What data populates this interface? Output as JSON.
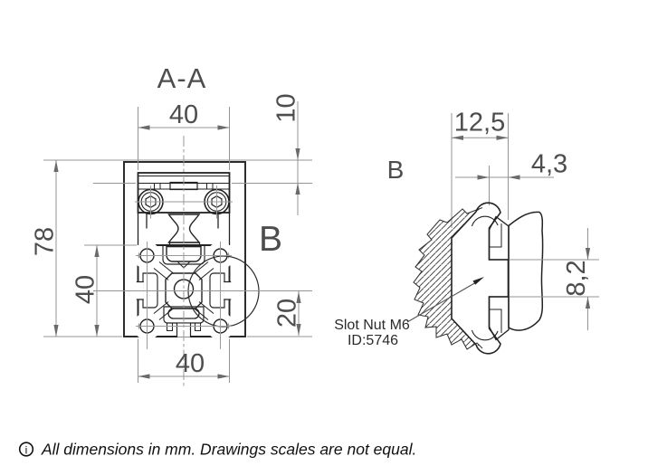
{
  "colors": {
    "part_line": "#222222",
    "dim_line": "#949494",
    "dim_text": "#4d4d4d",
    "note_text": "#111111",
    "background": "#ffffff"
  },
  "section_view": {
    "title": "A-A",
    "detail_label": "B",
    "dim_top_width": "40",
    "dim_top_offset": "10",
    "dim_total_height": "78",
    "dim_profile_height": "40",
    "dim_bottom_half": "20",
    "dim_bottom_width": "40"
  },
  "detail_view": {
    "label": "B",
    "dim_nut_width": "12,5",
    "dim_lip_depth": "4,3",
    "dim_slot_opening": "8,2",
    "callout_line1": "Slot Nut M6",
    "callout_line2": "ID:5746"
  },
  "footer": {
    "icon_letter": "i",
    "note": "All dimensions in mm. Drawings scales are not equal."
  }
}
